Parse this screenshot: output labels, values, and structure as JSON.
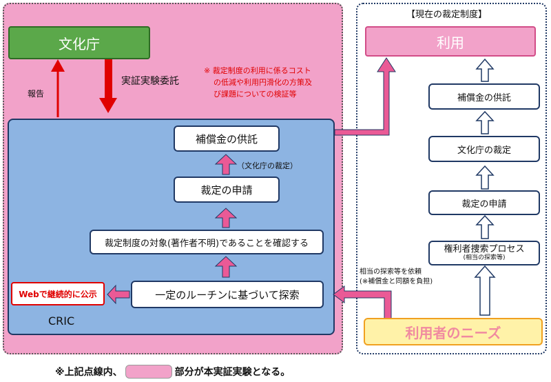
{
  "left_panel": {
    "agency": "文化庁",
    "commission_label": "実証実験委託",
    "report_label": "報告",
    "note_lines": [
      "※ 裁定制度の利用に係るコスト",
      "の低減や利用円滑化の方策及",
      "び課題についての検証等"
    ],
    "cric_label": "CRIC",
    "deposit": "補償金の供託",
    "agency_ruling": "（文化庁の裁定）",
    "apply": "裁定の申請",
    "confirm": "裁定制度の対象(著作者不明)であることを確認する",
    "search": "一定のルーチンに基づいて探索",
    "web": "Webで継続的に公示"
  },
  "right_panel": {
    "title": "【現在の裁定制度】",
    "use": "利用",
    "deposit": "補償金の供託",
    "agency_ruling": "文化庁の裁定",
    "apply": "裁定の申請",
    "search_process": "権利者捜索プロセス",
    "search_process_sub": "(相当の探索等)",
    "needs": "利用者のニーズ",
    "request_line1": "相当の探索等を依頼",
    "request_line2": "(※補償金と同額を負担)"
  },
  "footer": {
    "prefix": "※上記点線内、",
    "suffix": "部分が本実証実験となる。"
  },
  "colors": {
    "pink_bg": "#f2a2c9",
    "pink_arrow": "#ea5a96",
    "blue_box": "#8db4e2",
    "green": "#5ba84a",
    "navy": "#1f3864",
    "red": "#e00000",
    "yellow": "#fff2a8",
    "orange_border": "#f0a020"
  }
}
